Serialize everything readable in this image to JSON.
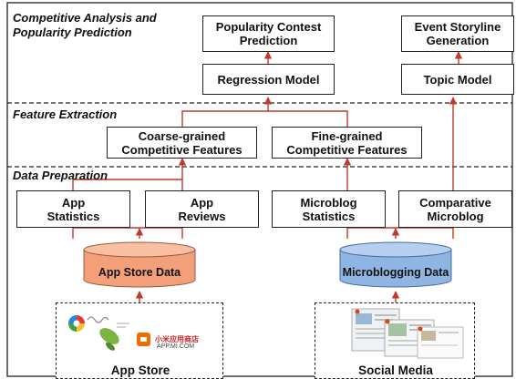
{
  "sections": {
    "analysis": "Competitive Analysis and\nPopularity Prediction",
    "features": "Feature Extraction",
    "preparation": "Data Preparation"
  },
  "boxes": {
    "popularity_prediction": "Popularity Contest\nPrediction",
    "event_storyline": "Event Storyline\nGeneration",
    "regression_model": "Regression Model",
    "topic_model": "Topic Model",
    "coarse_features": "Coarse-grained\nCompetitive Features",
    "fine_features": "Fine-grained\nCompetitive Features",
    "app_statistics": "App\nStatistics",
    "app_reviews": "App\nReviews",
    "microblog_statistics": "Microblog\nStatistics",
    "comparative_microblog": "Comparative\nMicroblog"
  },
  "data_stores": {
    "app_store_data": "App Store Data",
    "microblogging_data": "Microblogging Data"
  },
  "sources": {
    "app_store": "App Store",
    "social_media": "Social Media",
    "xiaomi_store_cn": "小米应用商店",
    "xiaomi_store_en": "APP.MI.COM"
  },
  "colors": {
    "arrow": "#c0392b",
    "app_store_cylinder": "#f3a07a",
    "microblog_cylinder": "#8fb5e3",
    "border": "#222222"
  }
}
